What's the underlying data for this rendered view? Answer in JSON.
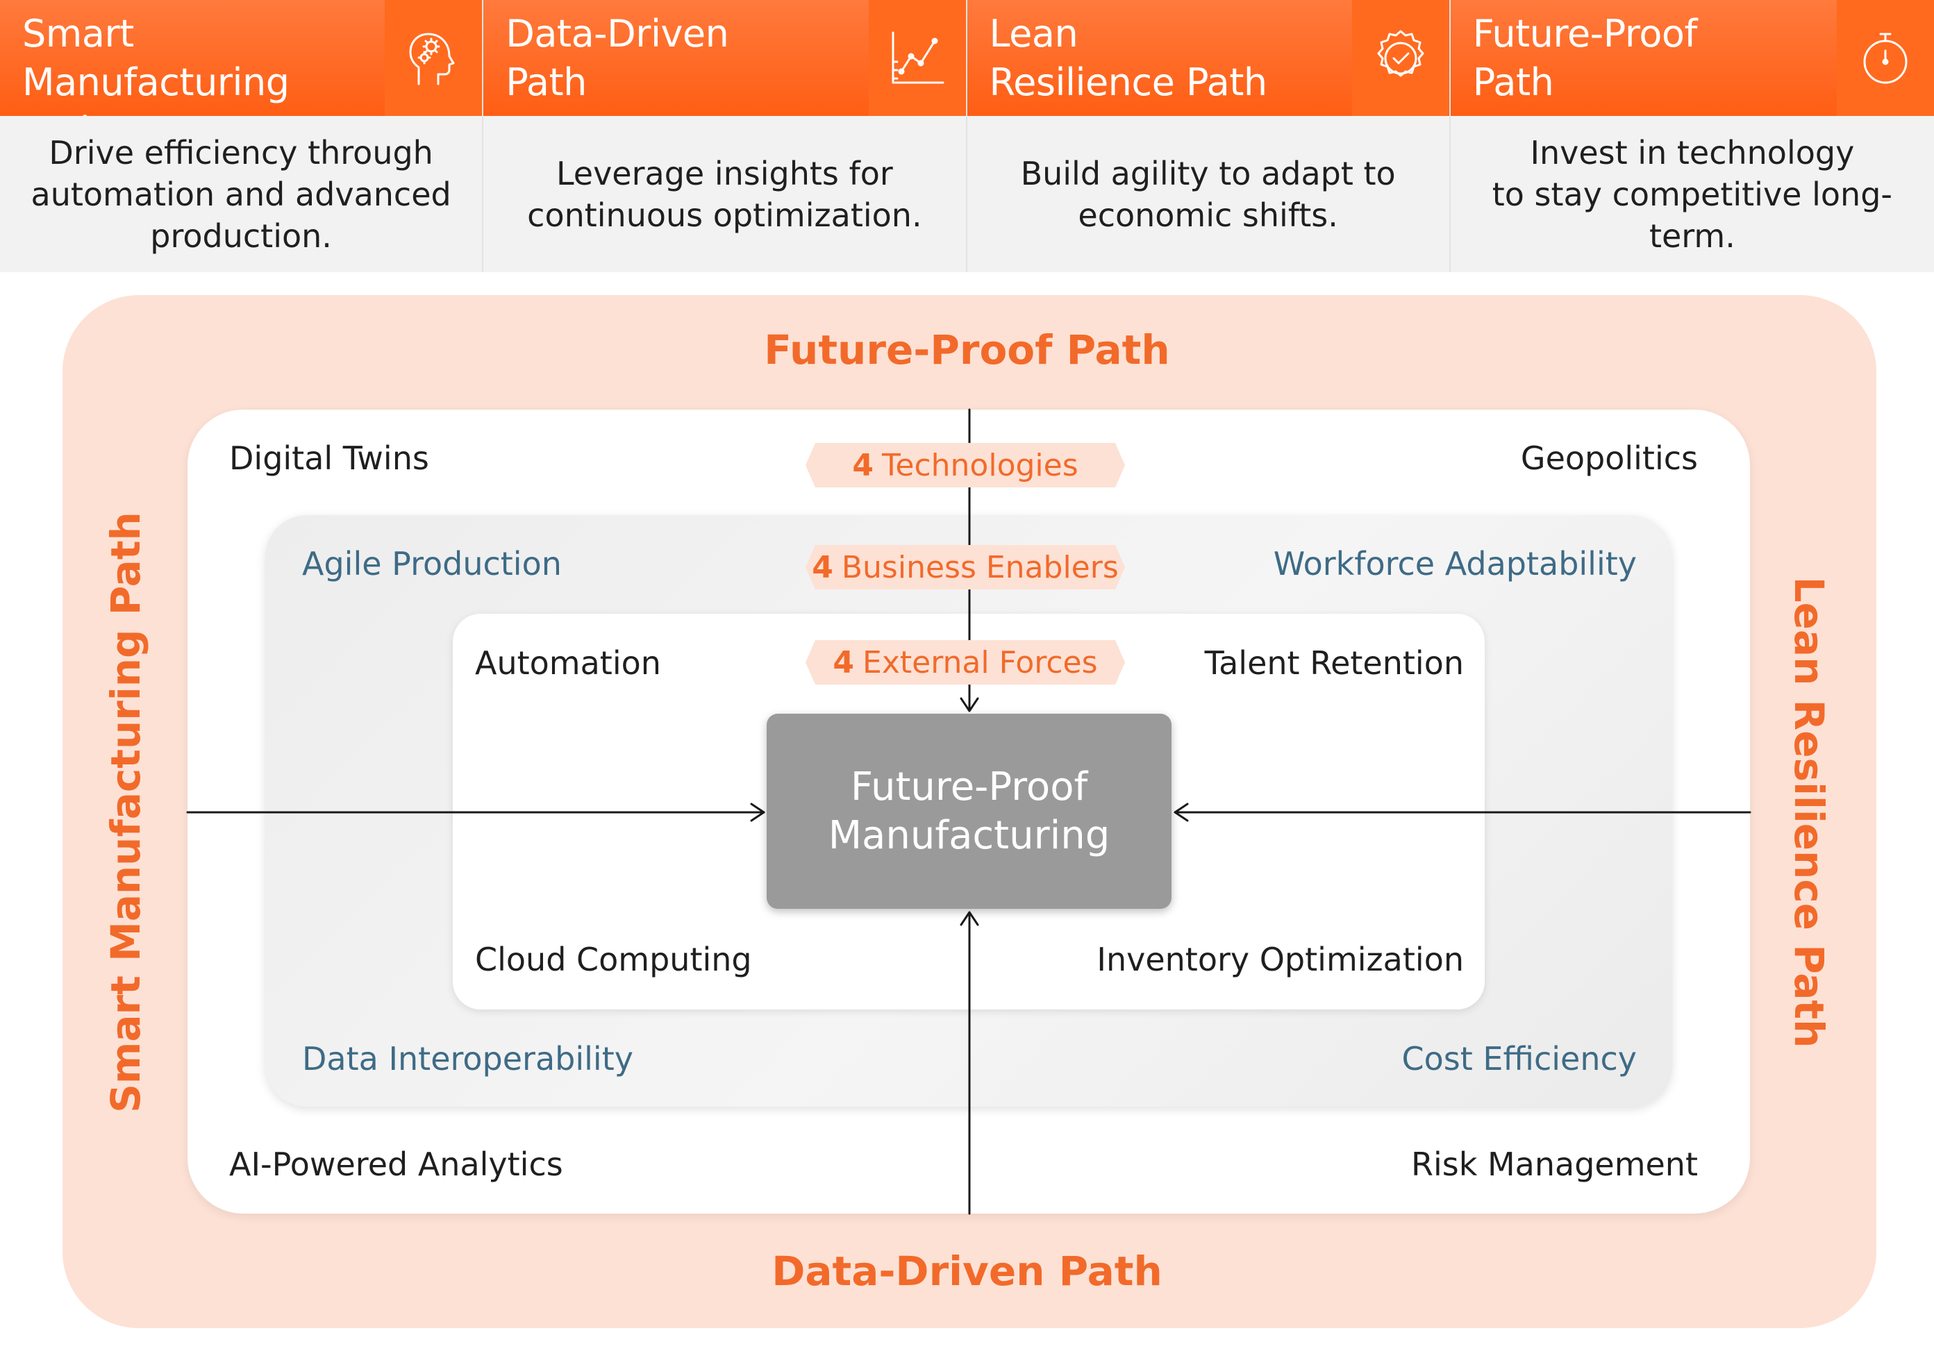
{
  "cards": [
    {
      "title": "Smart\nManufacturing Path",
      "icon": "head-gears-icon",
      "description": "Drive efficiency through\nautomation and advanced\nproduction."
    },
    {
      "title": "Data-Driven\nPath",
      "icon": "line-chart-icon",
      "description": "Leverage insights for\ncontinuous optimization."
    },
    {
      "title": "Lean\nResilience Path",
      "icon": "badge-check-icon",
      "description": "Build agility to adapt to\neconomic shifts."
    },
    {
      "title": "Future-Proof\nPath",
      "icon": "stopwatch-icon",
      "description": "Invest in technology\nto stay competitive long-term."
    }
  ],
  "diagram": {
    "outer_labels": {
      "top": "Future-Proof Path",
      "bottom": "Data-Driven Path",
      "left": "Smart Manufacturing Path",
      "right": "Lean Resilience Path"
    },
    "pills": [
      {
        "count": "4",
        "label": "Technologies"
      },
      {
        "count": "4",
        "label": "Business Enablers"
      },
      {
        "count": "4",
        "label": "External Forces"
      }
    ],
    "technologies": [
      "Digital Twins",
      "Geopolitics",
      "AI-Powered Analytics",
      "Risk Management"
    ],
    "business_enablers": [
      "Agile Production",
      "Workforce Adaptability",
      "Data Interoperability",
      "Cost Efficiency"
    ],
    "external_forces": [
      "Automation",
      "Talent Retention",
      "Cloud Computing",
      "Inventory Optimization"
    ],
    "core": "Future-Proof\nManufacturing"
  },
  "colors": {
    "orange": "#ff6a1f",
    "accent_text": "#f26a2a",
    "outer_fill": "#fde1d5",
    "core_fill": "#9a9a9a",
    "enabler_text": "#3e6b86"
  }
}
